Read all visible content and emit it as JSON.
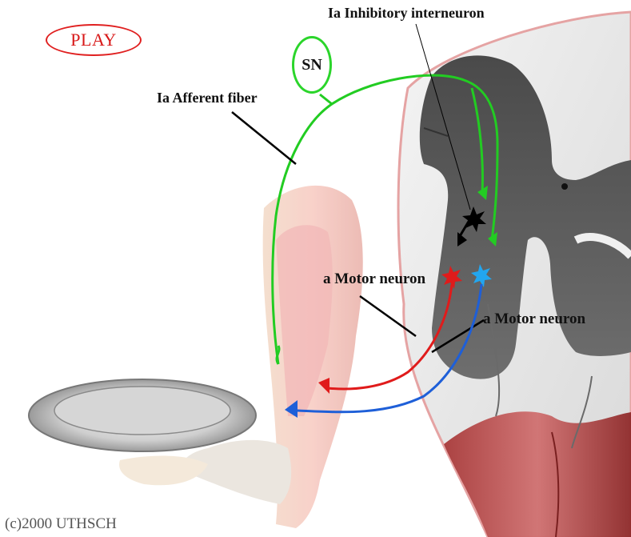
{
  "controls": {
    "play_label": "PLAY"
  },
  "labels": {
    "sensory_neuron": "SN",
    "afferent_fiber": "Ia  Afferent fiber",
    "inhibitory_interneuron": "Ia  Inhibitory interneuron",
    "motor_neuron_1": "a  Motor neuron",
    "motor_neuron_2": "a  Motor neuron"
  },
  "footer": {
    "copyright": "(c)2000 UTHSCH"
  },
  "colors": {
    "afferent": "#22cc22",
    "motor_red": "#e01b1b",
    "motor_blue": "#1e5fd8",
    "neuron_blue": "#22a6f0",
    "interneuron": "#000000",
    "grey_matter": "#5a5a5a",
    "accent_play": "#e02020"
  },
  "icons": {
    "play": "play-button-oval",
    "neuron_body": "star-neuron-icon",
    "synapse": "triangle-terminal-icon"
  }
}
